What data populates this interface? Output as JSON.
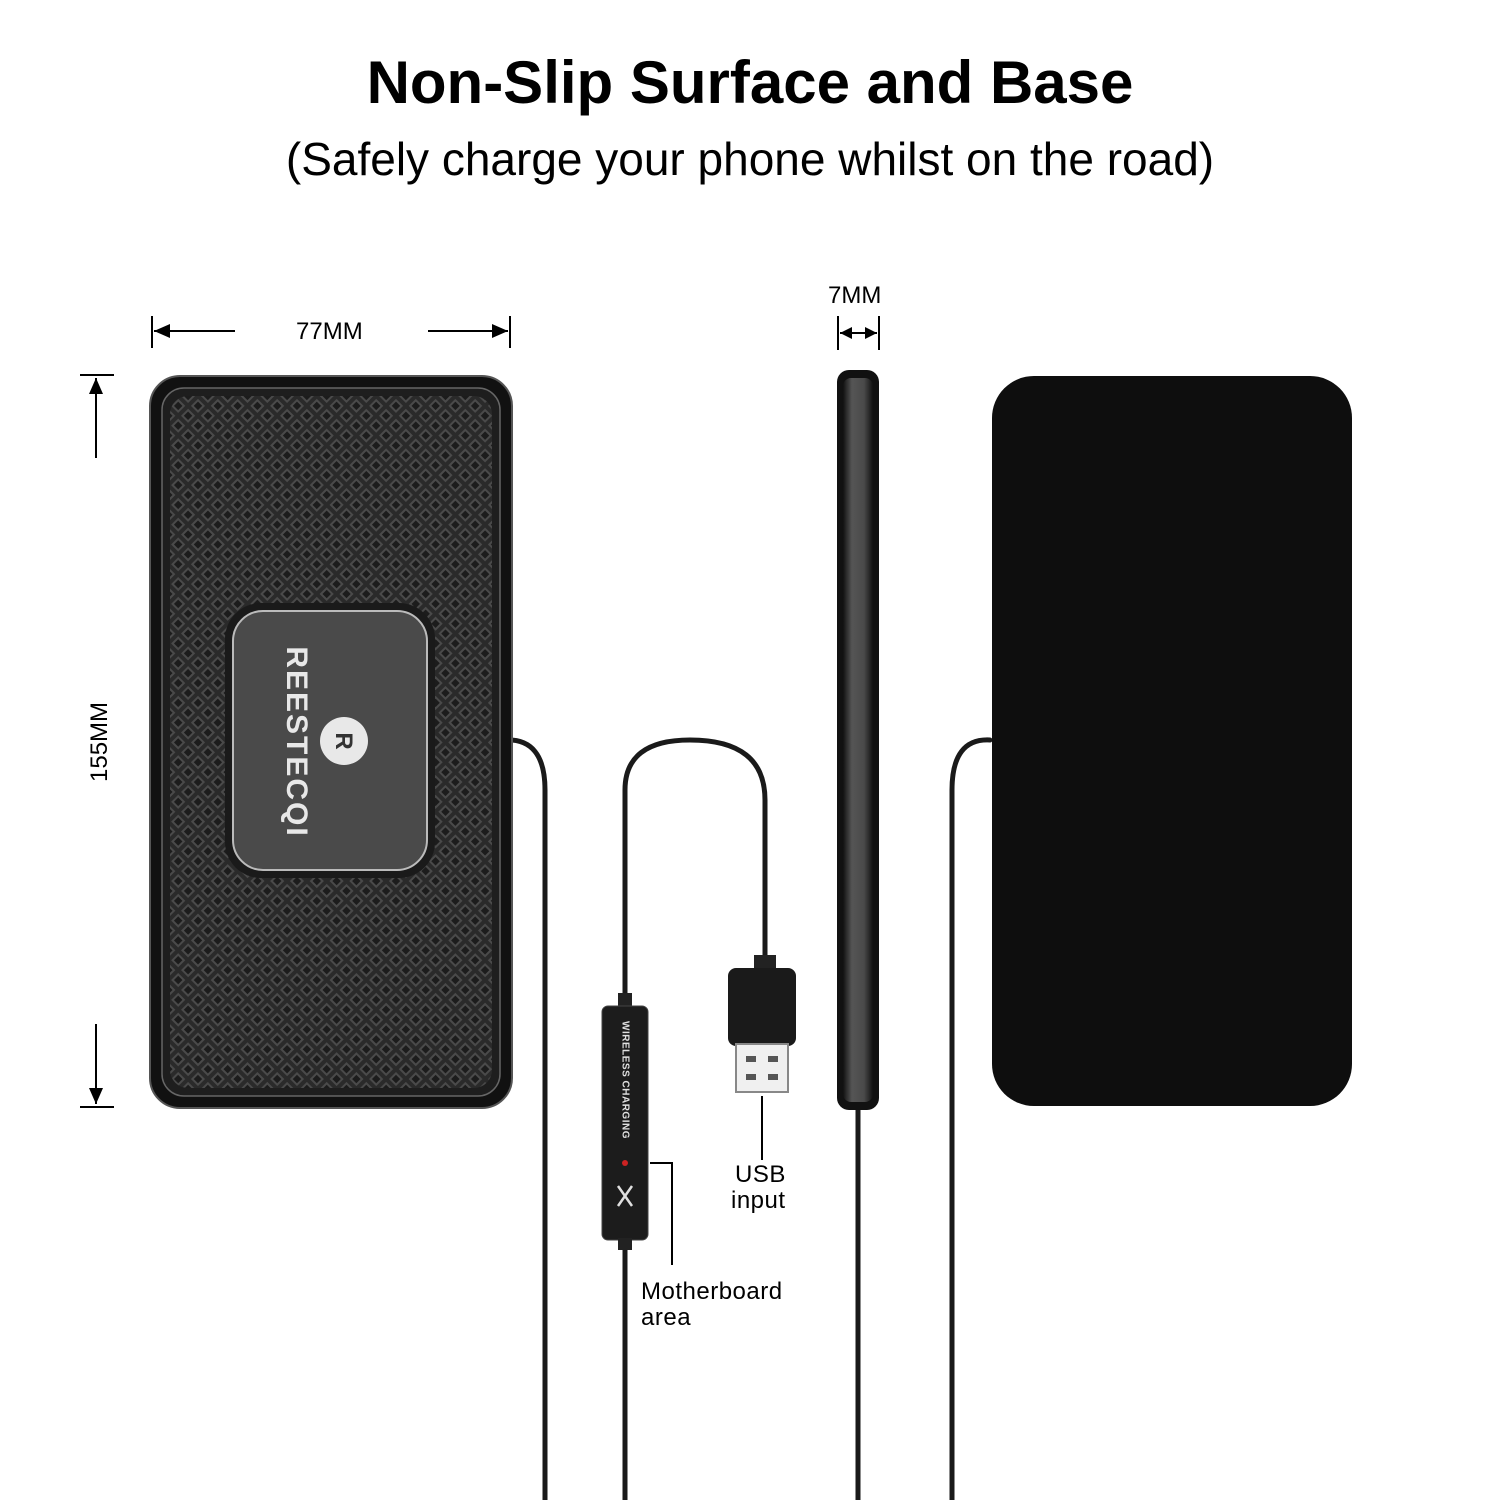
{
  "header": {
    "title": "Non-Slip Surface and Base",
    "subtitle": "(Safely charge your phone whilst on the road)"
  },
  "dimensions": {
    "width": "77MM",
    "height": "155MM",
    "thickness": "7MM"
  },
  "product": {
    "brand": "REESTECQI",
    "logo_letter": "R",
    "controller_text": "WIRELESS CHARGING"
  },
  "annotations": {
    "usb_line1": "USB",
    "usb_line2": "input",
    "motherboard_line1": "Motherboard",
    "motherboard_line2": "area"
  },
  "colors": {
    "pad": "#1a1a1a",
    "text": "#000000",
    "indicator_led": "#cc2222"
  },
  "icons": [
    "arrow-left-icon",
    "arrow-right-icon",
    "arrow-up-icon",
    "arrow-down-icon",
    "logo-r-icon",
    "wireless-wave-icon",
    "usb-plug-icon"
  ]
}
